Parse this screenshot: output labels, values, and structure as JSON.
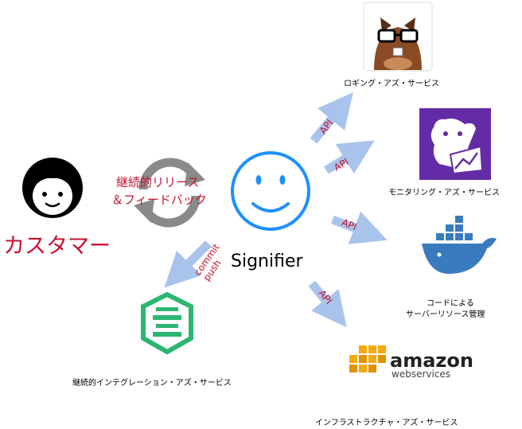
{
  "customer": {
    "label": "カスタマー",
    "color": "#c8102e"
  },
  "loop": {
    "line1": "継続的リリース",
    "line2": "＆フィードバック",
    "color": "#c8102e"
  },
  "signifier": {
    "label": "Signifier",
    "color": "#1e90ff"
  },
  "ci": {
    "arrow_line1": "commit",
    "arrow_line2": "push",
    "label": "継続的インテグレーション・アズ・サービス"
  },
  "services": {
    "logging": {
      "api": "API",
      "label": "ロギング・アズ・サービス"
    },
    "monitoring": {
      "api": "API",
      "label": "モニタリング・アズ・サービス"
    },
    "docker": {
      "api": "API",
      "label_line1": "コードによる",
      "label_line2": "サーバーリソース管理"
    },
    "aws": {
      "api": "API",
      "label": "インフラストラクチャ・アズ・サービス",
      "logo_word": "amazon",
      "logo_sub": "webservices"
    }
  },
  "colors": {
    "arrow": "#a9c4ec",
    "api_text": "#c8102e",
    "cycle": "#8a8a8a",
    "green": "#2bb673",
    "purple": "#632ca6",
    "docker": "#3a7bbf"
  }
}
